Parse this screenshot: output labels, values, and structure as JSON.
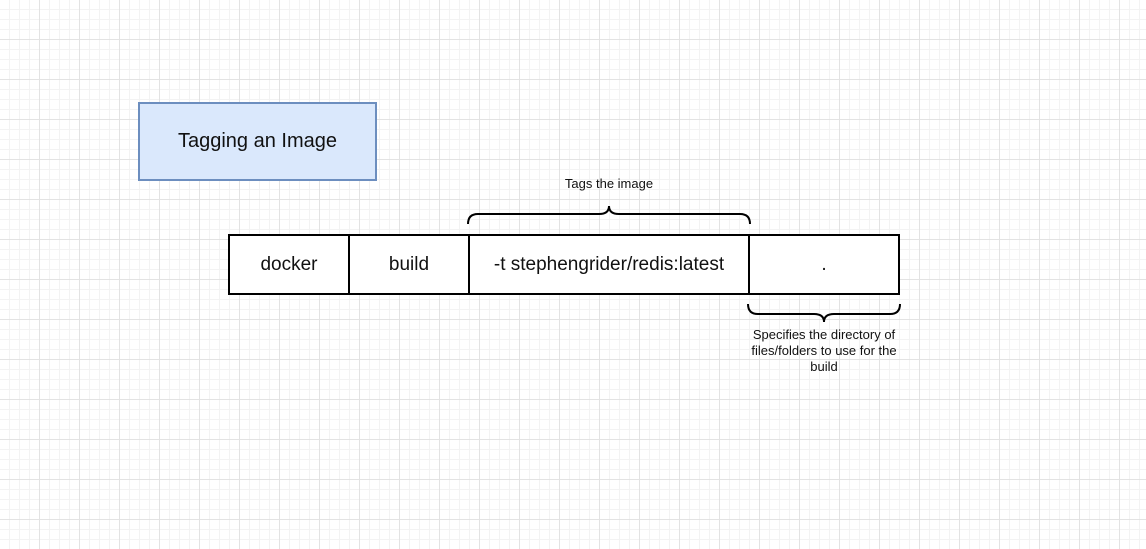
{
  "title": "Tagging an Image",
  "command": {
    "parts": [
      "docker",
      "build",
      "-t stephengrider/redis:latest",
      "."
    ]
  },
  "annotations": {
    "tag": "Tags the image",
    "directory": "Specifies the directory of files/folders to use for the build"
  }
}
